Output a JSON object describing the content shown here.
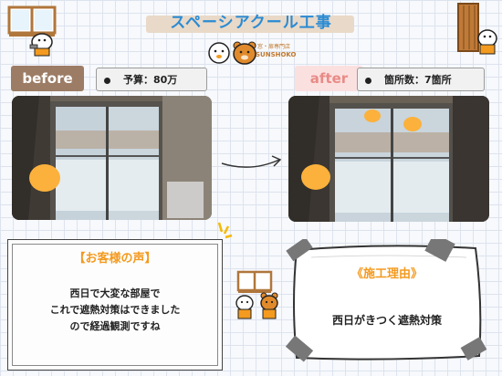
{
  "header": {
    "title": "スペーシアクール工事",
    "logo_line1": "窓・扉専門店",
    "logo_line2": "SUNSHOKO"
  },
  "before": {
    "label": "before",
    "info": "予算：80万"
  },
  "after": {
    "label": "after",
    "info": "箇所数：7箇所"
  },
  "voice": {
    "title": "【お客様の声】",
    "lines": [
      "西日で大変な部屋で",
      "これで遮熱対策はできました",
      "ので経過観測ですね"
    ]
  },
  "reason": {
    "title": "《施工理由》",
    "text": "西日がきつく遮熱対策"
  },
  "colors": {
    "title_blue": "#2a8bd4",
    "accent_orange": "#f39a1f",
    "before_brown": "#9c7c65",
    "after_pink": "#fbe0e0"
  }
}
